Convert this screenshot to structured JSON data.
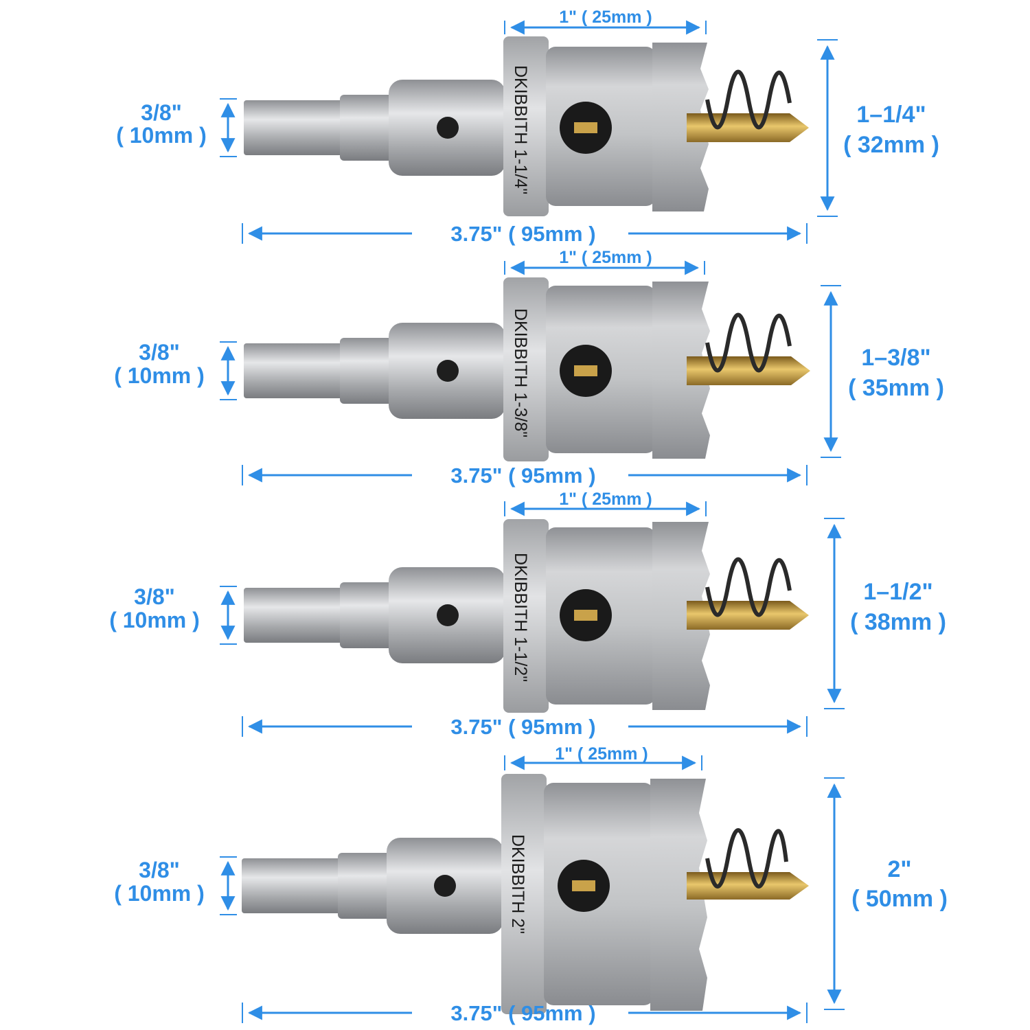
{
  "colors": {
    "dimension": "#2f8ee6",
    "steel": "#b4b6b9",
    "drill_bit": "#c9a24a",
    "spring": "#2a2a2a",
    "background": "#ffffff"
  },
  "items": [
    {
      "engraving": "DKIBBITH 1-1/4\"",
      "cutter_depth": "1\" ( 25mm )",
      "shank_inch": "3/8\"",
      "shank_mm": "( 10mm )",
      "diameter_inch": "1–1/4\"",
      "diameter_mm": "( 32mm )",
      "total_length": "3.75\" ( 95mm )"
    },
    {
      "engraving": "DKIBBITH 1-3/8\"",
      "cutter_depth": "1\" ( 25mm )",
      "shank_inch": "3/8\"",
      "shank_mm": "( 10mm )",
      "diameter_inch": "1–3/8\"",
      "diameter_mm": "( 35mm )",
      "total_length": "3.75\" ( 95mm )"
    },
    {
      "engraving": "DKIBBITH 1-1/2\"",
      "cutter_depth": "1\" ( 25mm )",
      "shank_inch": "3/8\"",
      "shank_mm": "( 10mm )",
      "diameter_inch": "1–1/2\"",
      "diameter_mm": "( 38mm )",
      "total_length": "3.75\" ( 95mm )"
    },
    {
      "engraving": "DKIBBITH 2\"",
      "cutter_depth": "1\" ( 25mm )",
      "shank_inch": "3/8\"",
      "shank_mm": "( 10mm )",
      "diameter_inch": "2\"",
      "diameter_mm": "( 50mm )",
      "total_length": "3.75\" ( 95mm )"
    }
  ]
}
